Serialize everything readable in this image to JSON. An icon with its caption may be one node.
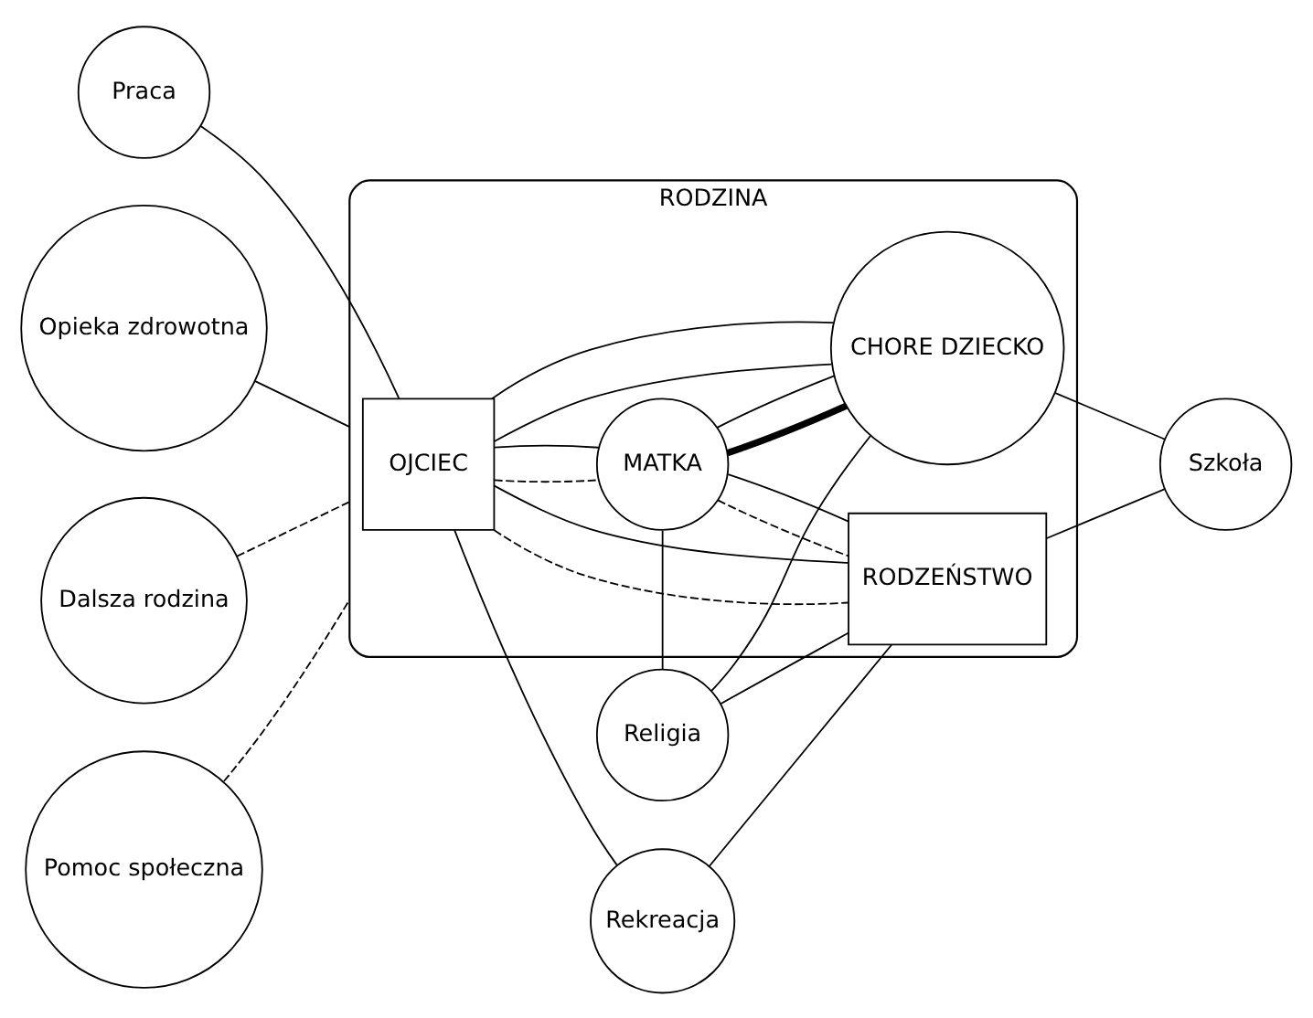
{
  "diagram": {
    "nodes": [
      {
        "text": [
          "Praca"
        ]
      },
      {
        "text": [
          "Opieka zdrowotna"
        ]
      },
      {
        "text": [
          "RODZINA"
        ]
      },
      {
        "text": [
          "OJCIEC"
        ],
        "in": 2
      },
      {
        "text": [
          "MATKA"
        ],
        "in": 2
      },
      {
        "text": [
          "Dalsza rodzina"
        ]
      },
      {
        "text": [
          "Religia"
        ]
      },
      {
        "text": [
          "CHORE DZIECKO"
        ],
        "in": 2
      },
      {
        "text": [
          "RODZEŃSTWO"
        ],
        "in": 2
      },
      {
        "text": [
          "Rekreacja"
        ]
      },
      {
        "text": [
          "Pomoc społeczna"
        ]
      },
      {
        "text": [
          "Szkoła"
        ]
      }
    ],
    "edges": [
      {
        "from": 0,
        "to": 3,
        "arrow": "none"
      },
      {
        "from": 1,
        "to": 2,
        "arrow": "none"
      },
      {
        "from": 3,
        "to": 4,
        "arrow": "none",
        "style": "dashed"
      },
      {
        "from": 3,
        "to": 4,
        "arrow": "none"
      },
      {
        "from": 5,
        "to": 2,
        "arrow": "none",
        "style": "dashed"
      },
      {
        "from": 3,
        "to": 9,
        "arrow": "none"
      },
      {
        "from": 3,
        "to": 7,
        "arrow": "none"
      },
      {
        "from": 4,
        "to": 6,
        "arrow": "none"
      },
      {
        "from": 4,
        "to": 7,
        "arrow": "none",
        "style": "thick"
      },
      {
        "from": 3,
        "to": 8,
        "arrow": "none",
        "style": "dashed"
      },
      {
        "from": 4,
        "to": 8,
        "arrow": "none",
        "style": "dashed"
      },
      {
        "from": 3,
        "to": 7,
        "arrow": "none"
      },
      {
        "from": 3,
        "to": 8,
        "arrow": "none"
      },
      {
        "from": 4,
        "to": 7,
        "arrow": "none"
      },
      {
        "from": 4,
        "to": 8,
        "arrow": "none"
      },
      {
        "from": 6,
        "to": 7,
        "arrow": "none"
      },
      {
        "from": 6,
        "to": 8,
        "arrow": "none"
      },
      {
        "from": 10,
        "to": 2,
        "arrow": "none",
        "style": "dashed"
      },
      {
        "from": 9,
        "to": 8,
        "arrow": "none"
      },
      {
        "from": 7,
        "to": 11,
        "arrow": "none"
      },
      {
        "from": 11,
        "to": 8,
        "arrow": "none"
      }
    ]
  }
}
